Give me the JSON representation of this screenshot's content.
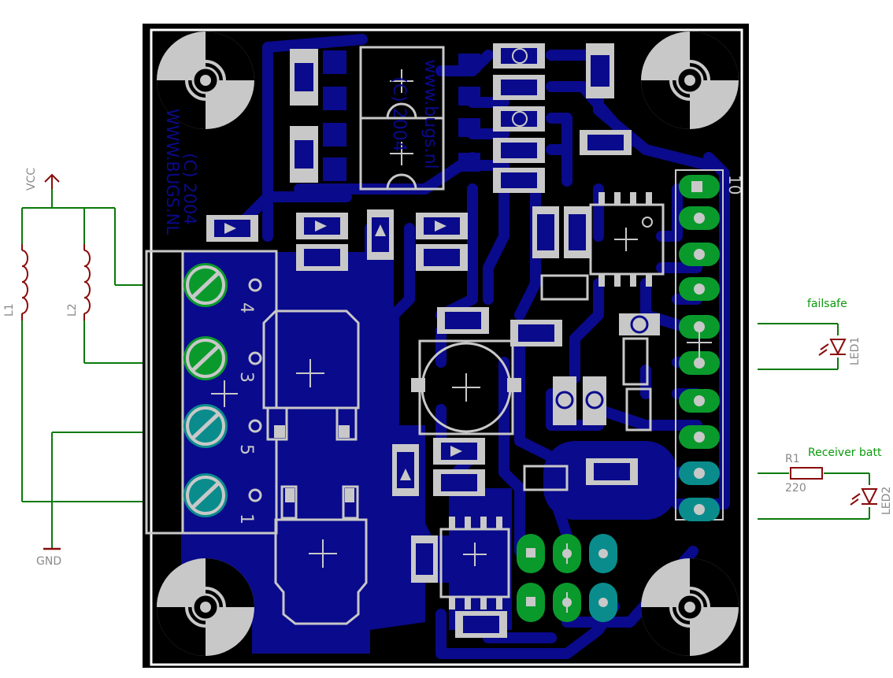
{
  "schematic": {
    "power": {
      "vcc_label": "VCC",
      "gnd_label": "GND"
    },
    "inductors": [
      {
        "ref": "L1"
      },
      {
        "ref": "L2"
      }
    ],
    "leds": [
      {
        "ref": "LED1",
        "net_label": "failsafe"
      },
      {
        "ref": "LED2",
        "net_label": "Receiver batt"
      }
    ],
    "resistor": {
      "ref": "R1",
      "value": "220"
    }
  },
  "board": {
    "silkscreen": {
      "copyright_line1": "WWW.BUGS.NL",
      "copyright_line2": "(C) 2004",
      "ic_text_1": "(C) 2004",
      "ic_text_2": "www.bugs.nl",
      "header_pin_label": "10"
    },
    "terminal_numbers": [
      "4",
      "3",
      "5",
      "1"
    ],
    "header_row_count": 10,
    "colors": {
      "board": "#000000",
      "copper": "#0a0a8c",
      "silk": "#c8c8c8",
      "pad_green": "#0a9a2c",
      "pad_teal": "#0a8c8c",
      "outline": "#ffffff",
      "schematic_wire": "#0a7a0a",
      "schematic_symbol": "#8a0a0a"
    }
  }
}
